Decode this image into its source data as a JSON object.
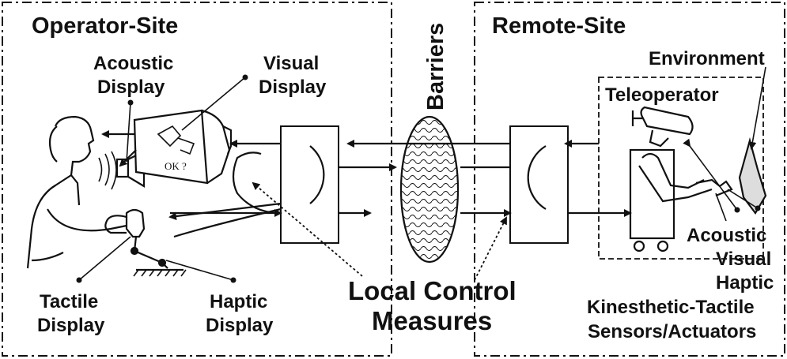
{
  "operator_site": {
    "title": "Operator-Site",
    "acoustic_display": [
      "Acoustic",
      "Display"
    ],
    "visual_display": [
      "Visual",
      "Display"
    ],
    "tactile_display": [
      "Tactile",
      "Display"
    ],
    "haptic_display": [
      "Haptic",
      "Display"
    ],
    "screen_text": "OK ?"
  },
  "barriers": {
    "label": "Barriers"
  },
  "local_control": {
    "label": [
      "Local Control",
      "Measures"
    ]
  },
  "remote_site": {
    "title": "Remote-Site",
    "environment": "Environment",
    "teleoperator": "Teleoperator",
    "sensors": [
      "Acoustic",
      "Visual",
      "Haptic",
      "Kinesthetic-Tactile",
      "Sensors/Actuators"
    ]
  }
}
